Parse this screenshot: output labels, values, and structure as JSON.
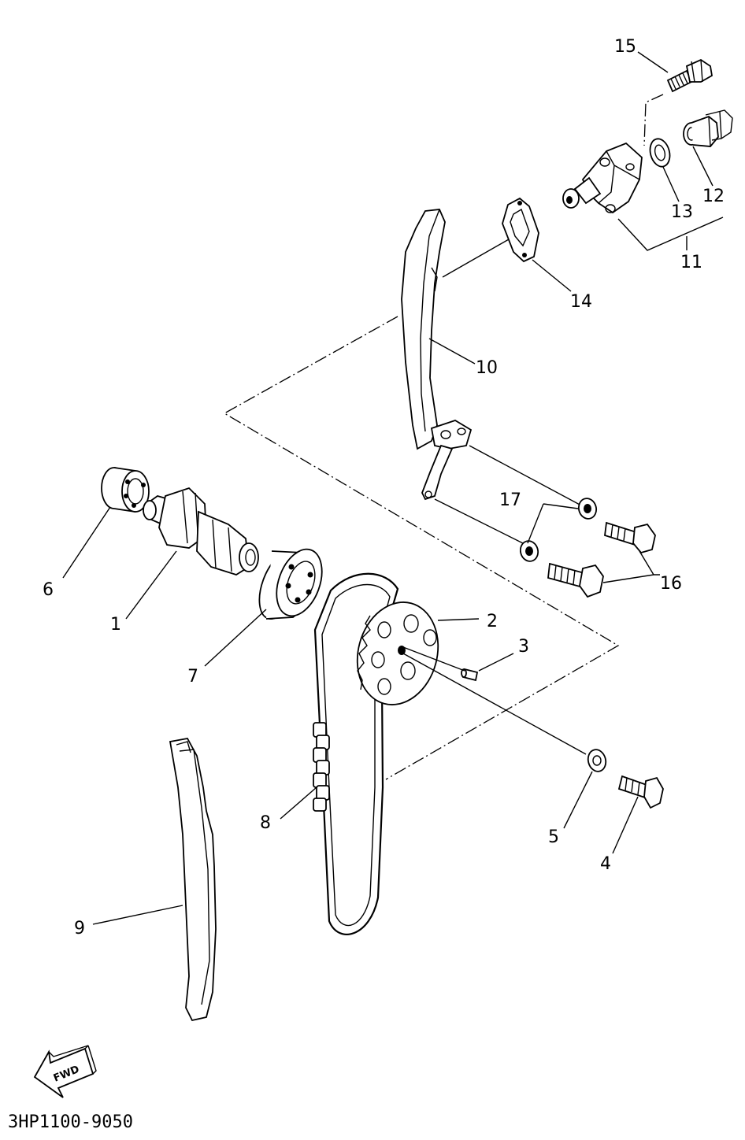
{
  "diagram": {
    "part_labels": {
      "p1": "1",
      "p2": "2",
      "p3": "3",
      "p4": "4",
      "p5": "5",
      "p6": "6",
      "p7": "7",
      "p8": "8",
      "p9": "9",
      "p10": "10",
      "p11": "11",
      "p12": "12",
      "p13": "13",
      "p14": "14",
      "p15": "15",
      "p16": "16",
      "p17": "17"
    },
    "fwd_label": "FWD",
    "catalog_code": "3HP1100-9050"
  }
}
